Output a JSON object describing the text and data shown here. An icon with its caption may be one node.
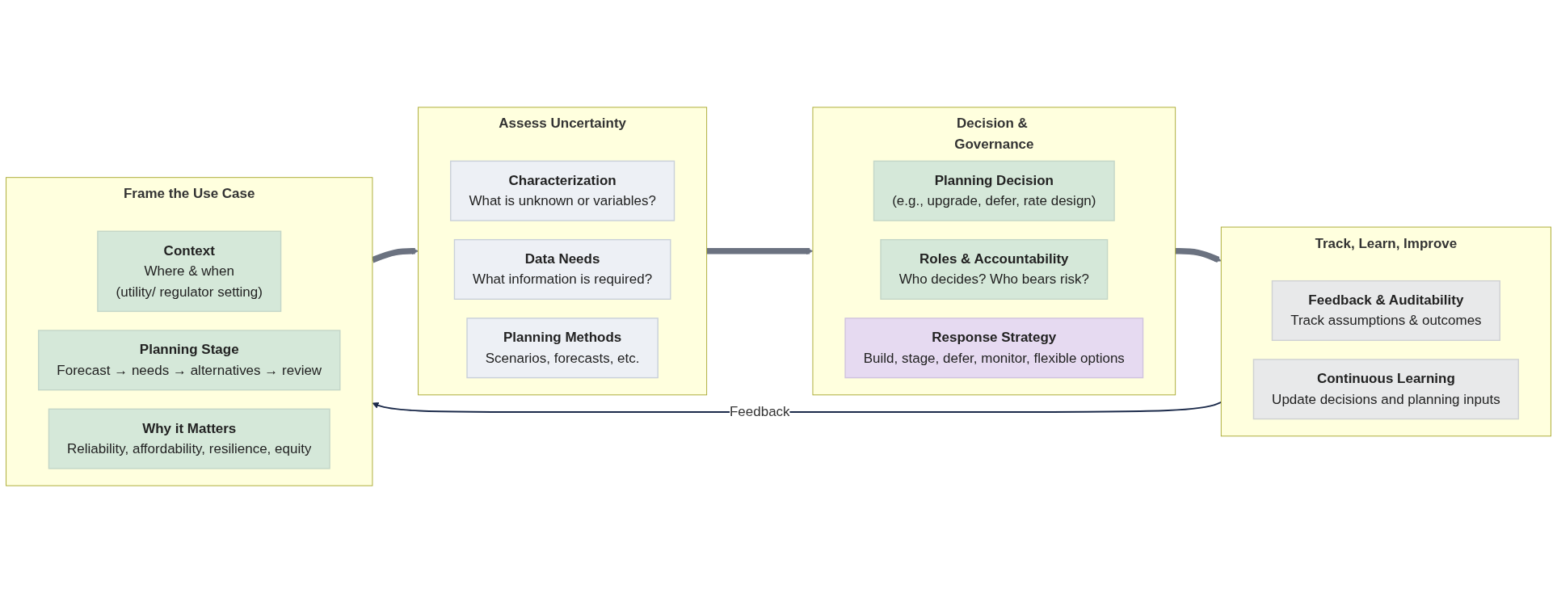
{
  "diagram": {
    "nodes": [
      {
        "text": [
          "Frame the Use Case"
        ]
      },
      {
        "text": [
          "Context",
          "Where & when",
          "(utility/ regulator setting)"
        ],
        "in": 0
      },
      {
        "text": [
          "Planning Stage",
          "Forecast → needs → alternatives → review"
        ],
        "in": 0
      },
      {
        "text": [
          "Why it Matters",
          "Reliability, affordability, resilience, equity"
        ],
        "in": 0
      },
      {
        "text": [
          "Assess Uncertainty"
        ]
      },
      {
        "text": [
          "Characterization",
          "What is unknown or variables?"
        ],
        "in": 4
      },
      {
        "text": [
          "Data Needs",
          "What information is required?"
        ],
        "in": 4
      },
      {
        "text": [
          "Planning Methods",
          "Scenarios, forecasts, etc."
        ],
        "in": 4
      },
      {
        "text": [
          "Decision & Governance"
        ]
      },
      {
        "text": [
          "Planning Decision",
          "(e.g., upgrade, defer, rate design)"
        ],
        "in": 8
      },
      {
        "text": [
          "Roles & Accountability",
          "Who decides? Who bears risk?"
        ],
        "in": 8
      },
      {
        "text": [
          "Response Strategy",
          "Build, stage, defer, monitor, flexible options"
        ],
        "in": 8
      },
      {
        "text": [
          "Track, Learn, Improve"
        ]
      },
      {
        "text": [
          "Feedback & Auditability",
          "Track assumptions & outcomes"
        ],
        "in": 12
      },
      {
        "text": [
          "Continuous Learning",
          "Update decisions and planning inputs"
        ],
        "in": 12
      }
    ],
    "edges": [
      {
        "from": 0,
        "to": 4,
        "arrow": "to"
      },
      {
        "from": 4,
        "to": 8,
        "arrow": "to"
      },
      {
        "from": 8,
        "to": 12,
        "arrow": "to"
      },
      {
        "from": 12,
        "to": 0,
        "arrow": "to",
        "label": "Feedback",
        "color": "#1b2a4a"
      }
    ]
  }
}
